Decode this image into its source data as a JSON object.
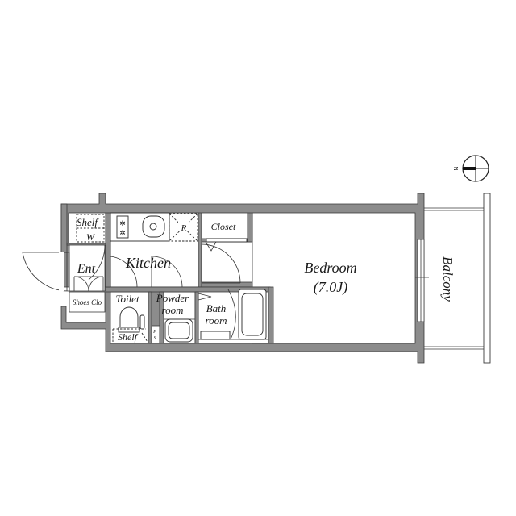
{
  "floor_plan": {
    "rooms": [
      {
        "id": "shelf-top",
        "label": "Shelf",
        "sub_label": "W"
      },
      {
        "id": "entrance",
        "label": "Ent"
      },
      {
        "id": "shoes-closet",
        "label": "Shoes Clo"
      },
      {
        "id": "kitchen",
        "label": "Kitchen"
      },
      {
        "id": "fridge-space",
        "label": "R"
      },
      {
        "id": "closet",
        "label": "Closet"
      },
      {
        "id": "toilet",
        "label": "Toilet"
      },
      {
        "id": "toilet-shelf",
        "label": "Shelf"
      },
      {
        "id": "pipe-space",
        "label": "P",
        "sub_label": "S"
      },
      {
        "id": "powder-room",
        "label": "Powder",
        "sub_label": "room"
      },
      {
        "id": "bathroom",
        "label": "Bath",
        "sub_label": "room"
      },
      {
        "id": "bedroom",
        "label": "Bedroom",
        "area": "(7.0J)"
      },
      {
        "id": "balcony",
        "label": "Balcony"
      }
    ],
    "compass": {
      "label": "N"
    },
    "colors": {
      "wall": "#8c8c8c",
      "outline": "#3a3a3a",
      "background": "#ffffff"
    }
  }
}
